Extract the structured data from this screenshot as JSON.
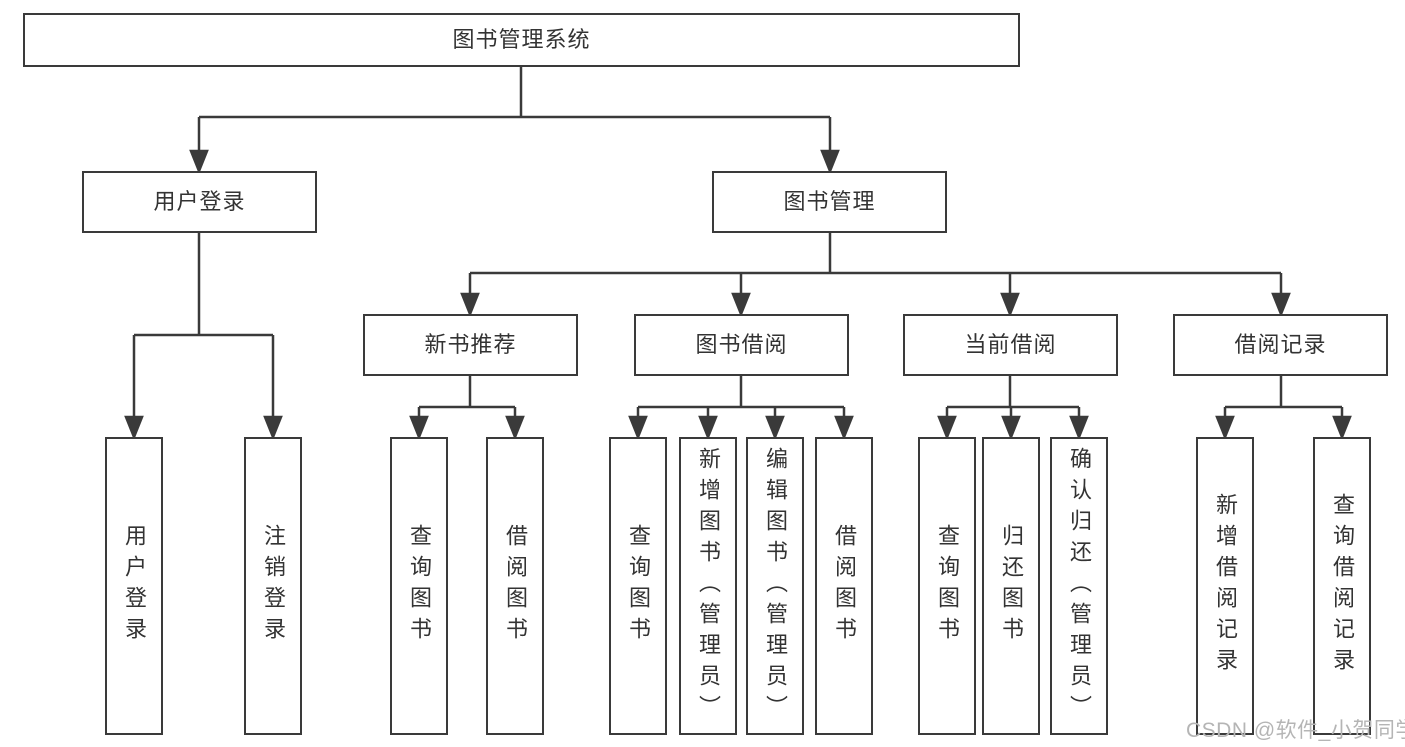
{
  "colors": {
    "line": "#3a3a3a",
    "text": "#333333",
    "watermark": "#b5b5b5"
  },
  "watermark": "CSDN @软件_小贺同学",
  "tree": {
    "root": {
      "label": "图书管理系统",
      "children": [
        {
          "label": "用户登录",
          "children": [
            {
              "label": "用户登录"
            },
            {
              "label": "注销登录"
            }
          ]
        },
        {
          "label": "图书管理",
          "children": [
            {
              "label": "新书推荐",
              "children": [
                {
                  "label": "查询图书"
                },
                {
                  "label": "借阅图书"
                }
              ]
            },
            {
              "label": "图书借阅",
              "children": [
                {
                  "label": "查询图书"
                },
                {
                  "label": "新增图书（管理员）"
                },
                {
                  "label": "编辑图书（管理员）"
                },
                {
                  "label": "借阅图书"
                }
              ]
            },
            {
              "label": "当前借阅",
              "children": [
                {
                  "label": "查询图书"
                },
                {
                  "label": "归还图书"
                },
                {
                  "label": "确认归还（管理员）"
                }
              ]
            },
            {
              "label": "借阅记录",
              "children": [
                {
                  "label": "新增借阅记录"
                },
                {
                  "label": "查询借阅记录"
                }
              ]
            }
          ]
        }
      ]
    }
  }
}
